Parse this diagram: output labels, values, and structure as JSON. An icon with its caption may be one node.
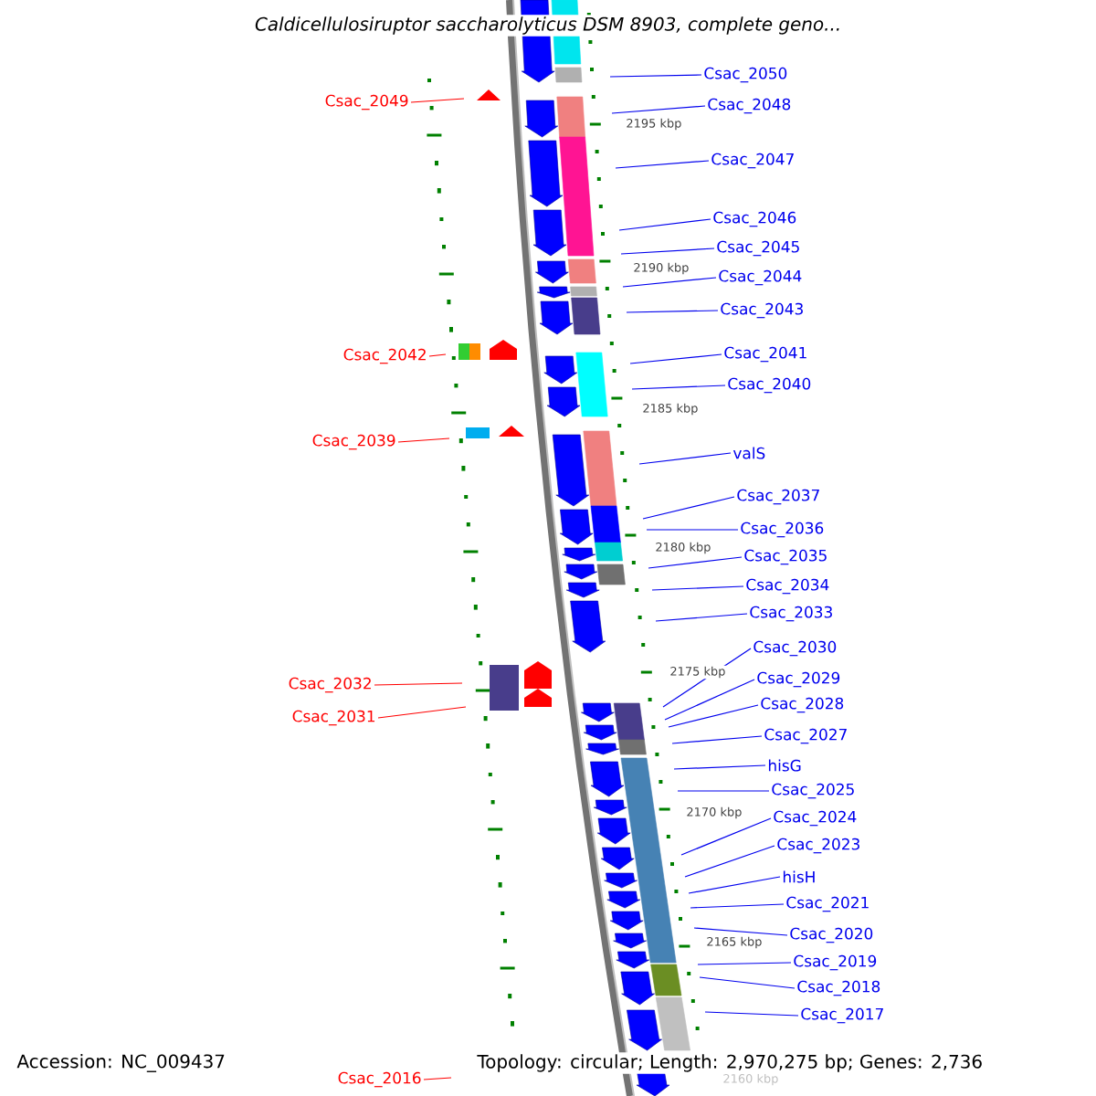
{
  "diagram": {
    "title": "Caldicellulosiruptor saccharolyticus DSM 8903, complete geno...",
    "nodes": [
      {
        "text": [
          "Csac_2050"
        ]
      },
      {
        "text": [
          "Csac_2049"
        ]
      },
      {
        "text": [
          "Csac_2048"
        ]
      },
      {
        "text": [
          "Csac_2047"
        ]
      },
      {
        "text": [
          "Csac_2046"
        ]
      },
      {
        "text": [
          "Csac_2045"
        ]
      },
      {
        "text": [
          "Csac_2044"
        ]
      },
      {
        "text": [
          "Csac_2043"
        ]
      },
      {
        "text": [
          "Csac_2041"
        ]
      },
      {
        "text": [
          "Csac_2042"
        ]
      },
      {
        "text": [
          "Csac_2040"
        ]
      },
      {
        "text": [
          "Csac_2039"
        ]
      },
      {
        "text": [
          "valS"
        ]
      },
      {
        "text": [
          "Csac_2037"
        ]
      },
      {
        "text": [
          "Csac_2036"
        ]
      },
      {
        "text": [
          "Csac_2035"
        ]
      },
      {
        "text": [
          "Csac_2034"
        ]
      },
      {
        "text": [
          "Csac_2033"
        ]
      },
      {
        "text": [
          "Csac_2030"
        ]
      },
      {
        "text": [
          "Csac_2029"
        ]
      },
      {
        "text": [
          "Csac_2032"
        ]
      },
      {
        "text": [
          "Csac_2028"
        ]
      },
      {
        "text": [
          "Csac_2031"
        ]
      },
      {
        "text": [
          "Csac_2027"
        ]
      },
      {
        "text": [
          "hisG"
        ]
      },
      {
        "text": [
          "Csac_2025"
        ]
      },
      {
        "text": [
          "Csac_2024"
        ]
      },
      {
        "text": [
          "Csac_2023"
        ]
      },
      {
        "text": [
          "hisH"
        ]
      },
      {
        "text": [
          "Csac_2021"
        ]
      },
      {
        "text": [
          "Csac_2020"
        ]
      },
      {
        "text": [
          "Csac_2019"
        ]
      },
      {
        "text": [
          "Csac_2018"
        ]
      },
      {
        "text": [
          "Csac_2017"
        ]
      },
      {
        "text": [
          "Csac_2016"
        ]
      }
    ],
    "edges": [
      {
        "from": 0,
        "to": null,
        "arrow": "none"
      },
      {
        "from": 1,
        "to": null,
        "arrow": "none",
        "color": "#ff0000"
      },
      {
        "from": 2,
        "to": null,
        "arrow": "none"
      },
      {
        "from": 3,
        "to": null,
        "arrow": "none"
      },
      {
        "from": 4,
        "to": null,
        "arrow": "none"
      },
      {
        "from": 5,
        "to": null,
        "arrow": "none"
      },
      {
        "from": 6,
        "to": null,
        "arrow": "none"
      },
      {
        "from": 7,
        "to": null,
        "arrow": "none"
      },
      {
        "from": 8,
        "to": null,
        "arrow": "none"
      },
      {
        "from": 9,
        "to": null,
        "arrow": "none",
        "color": "#ff0000"
      },
      {
        "from": 10,
        "to": null,
        "arrow": "none"
      },
      {
        "from": 11,
        "to": null,
        "arrow": "none",
        "color": "#ff0000"
      },
      {
        "from": 12,
        "to": null,
        "arrow": "none"
      },
      {
        "from": 13,
        "to": null,
        "arrow": "none"
      },
      {
        "from": 14,
        "to": null,
        "arrow": "none"
      },
      {
        "from": 15,
        "to": null,
        "arrow": "none"
      },
      {
        "from": 16,
        "to": null,
        "arrow": "none"
      },
      {
        "from": 17,
        "to": null,
        "arrow": "none"
      },
      {
        "from": 18,
        "to": null,
        "arrow": "none"
      },
      {
        "from": 19,
        "to": null,
        "arrow": "none"
      },
      {
        "from": 20,
        "to": null,
        "arrow": "none",
        "color": "#ff0000"
      },
      {
        "from": 21,
        "to": null,
        "arrow": "none"
      },
      {
        "from": 22,
        "to": null,
        "arrow": "none",
        "color": "#ff0000"
      },
      {
        "from": 23,
        "to": null,
        "arrow": "none"
      },
      {
        "from": 24,
        "to": null,
        "arrow": "none"
      },
      {
        "from": 25,
        "to": null,
        "arrow": "none"
      },
      {
        "from": 26,
        "to": null,
        "arrow": "none"
      },
      {
        "from": 27,
        "to": null,
        "arrow": "none"
      },
      {
        "from": 28,
        "to": null,
        "arrow": "none"
      },
      {
        "from": 29,
        "to": null,
        "arrow": "none"
      },
      {
        "from": 30,
        "to": null,
        "arrow": "none"
      },
      {
        "from": 31,
        "to": null,
        "arrow": "none"
      },
      {
        "from": 32,
        "to": null,
        "arrow": "none"
      },
      {
        "from": 33,
        "to": null,
        "arrow": "none"
      },
      {
        "from": 34,
        "to": null,
        "arrow": "none",
        "color": "#ff0000"
      }
    ],
    "labels": [
      "2195 kbp",
      "2190 kbp",
      "2185 kbp",
      "2180 kbp",
      "2175 kbp",
      "2170 kbp",
      "2165 kbp",
      "2160 kbp",
      "Accession: NC_009437",
      "Topology: circular; Length: 2,970,275 bp; Genes: 2,736"
    ]
  }
}
